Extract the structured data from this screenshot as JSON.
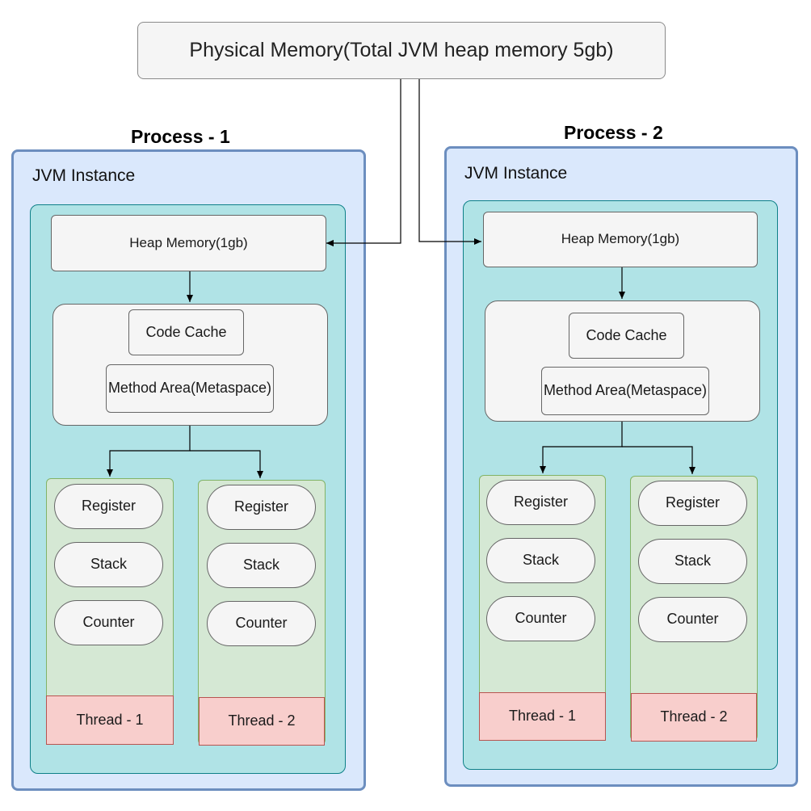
{
  "physical_memory": "Physical Memory(Total JVM heap memory 5gb)",
  "processes": [
    {
      "title": "Process - 1",
      "jvm_label": "JVM Instance",
      "heap": "Heap Memory(1gb)",
      "code_cache": "Code Cache",
      "method_area": "Method Area(Metaspace)",
      "threads": [
        {
          "register": "Register",
          "stack": "Stack",
          "counter": "Counter",
          "label": "Thread - 1"
        },
        {
          "register": "Register",
          "stack": "Stack",
          "counter": "Counter",
          "label": "Thread - 2"
        }
      ]
    },
    {
      "title": "Process - 2",
      "jvm_label": "JVM Instance",
      "heap": "Heap Memory(1gb)",
      "code_cache": "Code Cache",
      "method_area": "Method Area(Metaspace)",
      "threads": [
        {
          "register": "Register",
          "stack": "Stack",
          "counter": "Counter",
          "label": "Thread - 1"
        },
        {
          "register": "Register",
          "stack": "Stack",
          "counter": "Counter",
          "label": "Thread - 2"
        }
      ]
    }
  ],
  "colors": {
    "jvm_fill": "#dae8fc",
    "jvm_border": "#6c8ebf",
    "inner_fill": "#b0e3e6",
    "inner_border": "#0e8088",
    "thread_fill": "#d5e8d4",
    "thread_border": "#82b366",
    "thread_label_fill": "#f8cecc",
    "thread_label_border": "#b85450",
    "box_fill": "#f5f5f5",
    "box_border": "#666666"
  }
}
